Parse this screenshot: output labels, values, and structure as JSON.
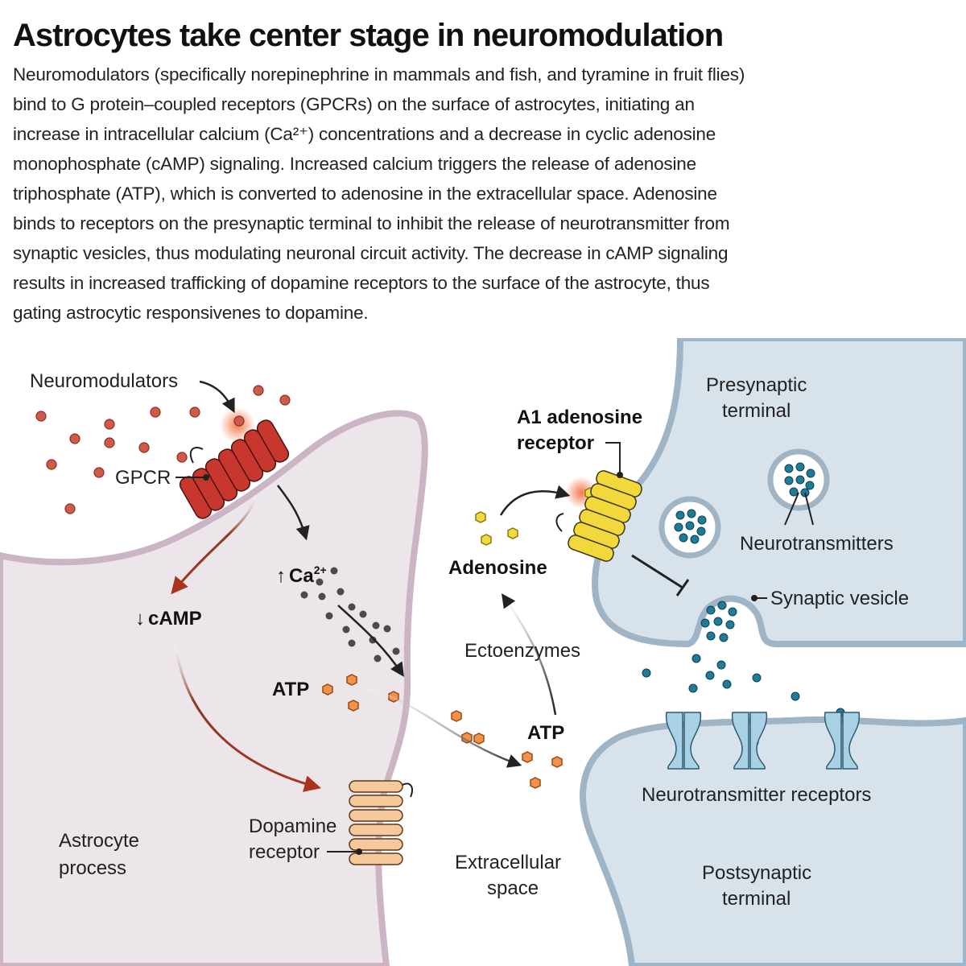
{
  "title": "Astrocytes take center stage in neuromodulation",
  "caption_lines": [
    "Neuromodulators (specifically norepinephrine in mammals and fish, and tyramine in fruit flies)",
    "bind to G protein–coupled receptors (GPCRs) on the surface of astrocytes, initiating an",
    "increase in intracellular calcium (Ca²⁺) concentrations and a decrease in cyclic adenosine",
    "monophosphate (cAMP) signaling. Increased calcium triggers the release of adenosine",
    "triphosphate (ATP), which is converted to adenosine in the extracellular space. Adenosine",
    "binds to receptors on the presynaptic terminal to inhibit the release of neurotransmitter from",
    "synaptic vesicles, thus modulating neuronal circuit activity. The decrease in cAMP signaling",
    "results in increased trafficking of dopamine receptors to the surface of the astrocyte, thus",
    "gating astrocytic responsivenes to dopamine."
  ],
  "labels": {
    "neuromodulators": "Neuromodulators",
    "gpcr": "GPCR",
    "camp_arrow": "↓",
    "camp": "cAMP",
    "ca_arrow": "↑",
    "ca": "Ca",
    "ca_sup": "2+",
    "atp_inside": "ATP",
    "atp_outside": "ATP",
    "dopamine_receptor_1": "Dopamine",
    "dopamine_receptor_2": "receptor",
    "astrocyte_process_1": "Astrocyte",
    "astrocyte_process_2": "process",
    "adenosine": "Adenosine",
    "ectoenzymes": "Ectoenzymes",
    "extracellular_1": "Extracellular",
    "extracellular_2": "space",
    "a1_receptor_1": "A1 adenosine",
    "a1_receptor_2": "receptor",
    "presynaptic_1": "Presynaptic",
    "presynaptic_2": "terminal",
    "neurotransmitters": "Neurotransmitters",
    "synaptic_vesicle": "Synaptic vesicle",
    "nt_receptors": "Neurotransmitter receptors",
    "postsynaptic_1": "Postsynaptic",
    "postsynaptic_2": "terminal"
  },
  "colors": {
    "astrocyte_fill": "#ece5ea",
    "astrocyte_outline": "#cbb5c5",
    "neuron_fill": "#d8e2ea",
    "neuron_outline": "#9fb4c4",
    "gpcr": "#c8372d",
    "neuromodulator": "#cf5a49",
    "calcium": "#4a4a4a",
    "atp": "#f2924a",
    "adenosine": "#f2dc3c",
    "a1_receptor": "#f2d83a",
    "dopamine_receptor": "#f5c99a",
    "neurotransmitter": "#1f7b98",
    "nt_receptor": "#a9d1e6",
    "red_arrow": "#a8341f"
  }
}
